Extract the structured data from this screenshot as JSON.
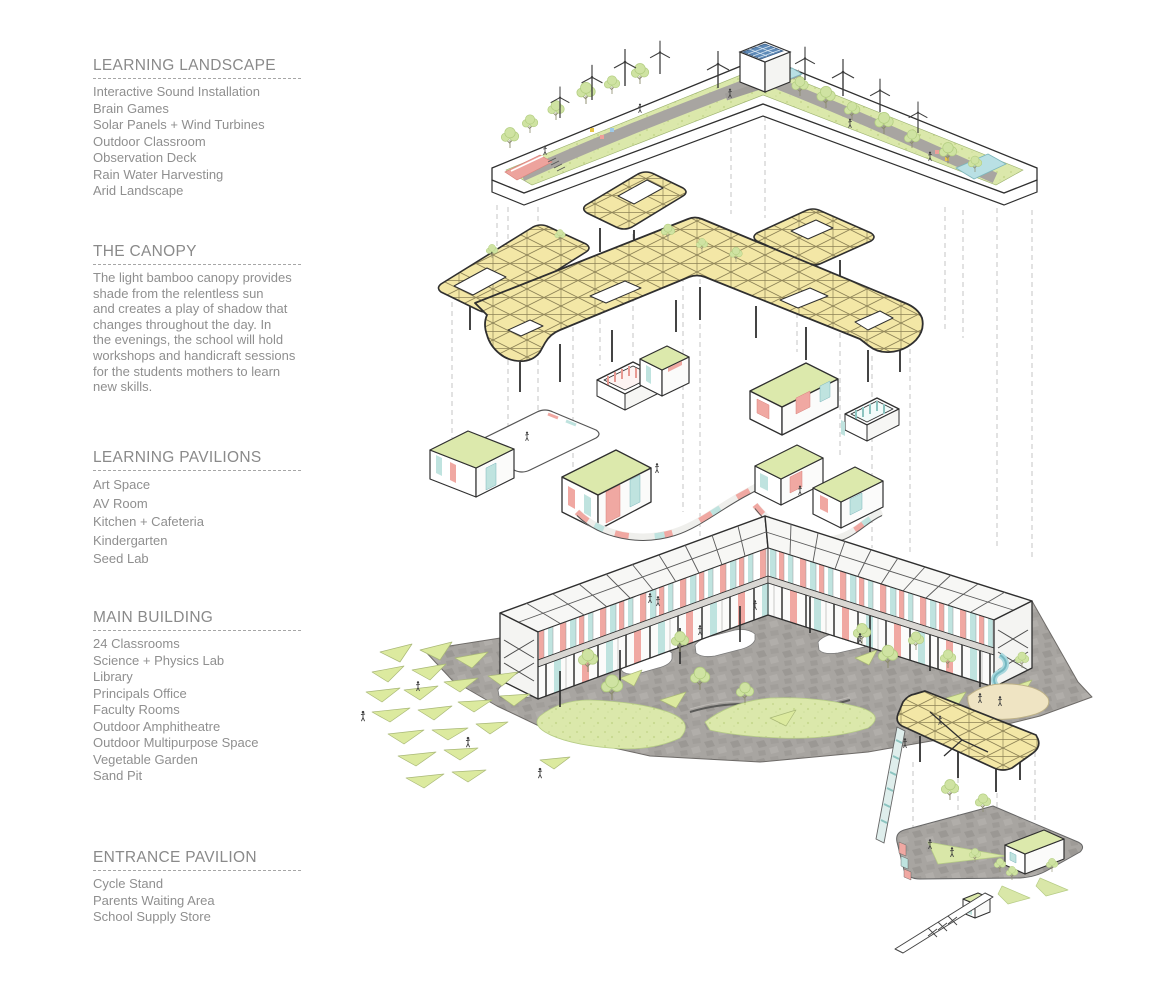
{
  "page": {
    "background": "#ffffff",
    "kind": "exploded axonometric school design diagram"
  },
  "sections": [
    {
      "id": "learning-landscape",
      "heading": "LEARNING LANDSCAPE",
      "items": [
        "Interactive Sound Installation",
        "Brain Games",
        "Solar Panels + Wind Turbines",
        "Outdoor Classroom",
        "Observation Deck",
        "Rain Water Harvesting",
        "Arid Landscape"
      ]
    },
    {
      "id": "the-canopy",
      "heading": "THE CANOPY",
      "body": "The light bamboo canopy provides\nshade from the relentless sun\nand creates a play of shadow that\nchanges throughout the day. In\nthe evenings, the school will hold\nworkshops and handicraft sessions\nfor the students mothers to learn\nnew skills."
    },
    {
      "id": "learning-pavilions",
      "heading": "LEARNING PAVILIONS",
      "items": [
        "Art Space",
        "AV Room",
        "Kitchen + Cafeteria",
        "Kindergarten",
        "Seed Lab"
      ]
    },
    {
      "id": "main-building",
      "heading": "MAIN BUILDING",
      "items": [
        "24 Classrooms",
        "Science + Physics Lab",
        "Library",
        "Principals Office",
        "Faculty Rooms",
        "Outdoor Amphitheatre",
        "Outdoor Multipurpose Space",
        "Vegetable Garden",
        "Sand Pit"
      ]
    },
    {
      "id": "entrance-pavilion",
      "heading": "ENTRANCE PAVILION",
      "items": [
        "Cycle Stand",
        "Parents Waiting Area",
        "School Supply Store"
      ]
    }
  ],
  "diagram": {
    "layers_top_to_bottom": [
      "learning-landscape-roof",
      "bamboo-canopy",
      "learning-pavilions",
      "main-building",
      "entrance-pavilion"
    ]
  },
  "colors": {
    "text_grey": "#8a8a8a",
    "canopy_yellow": "#f3e7a6",
    "roof_green": "#dbe8ab",
    "tree_green": "#cfe3a2",
    "panel_pink": "#f0a8a2",
    "panel_teal": "#bfe3df",
    "paving_grey": "#a8a5a1",
    "solar_blue": "#5e8ab8",
    "sand": "#efe4c3",
    "slide_blue": "#8fcbd4",
    "outline": "#2f2f2f"
  }
}
